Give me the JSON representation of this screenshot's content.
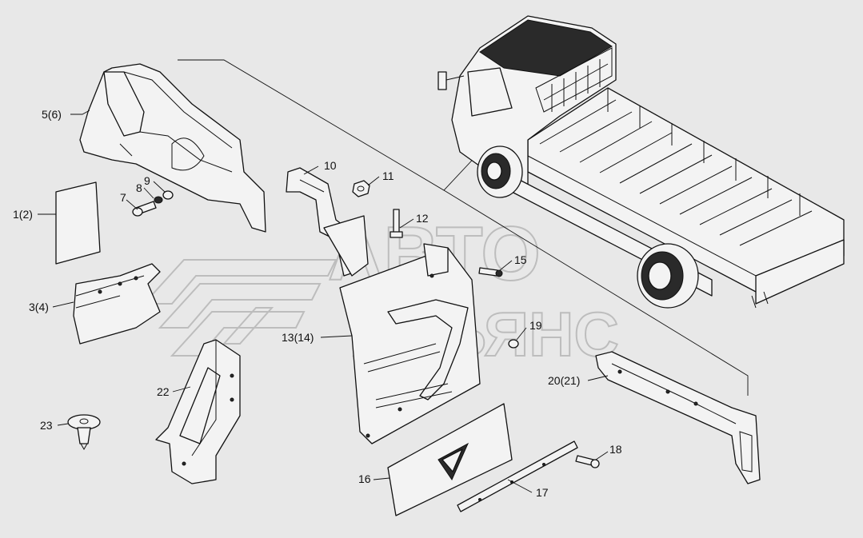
{
  "watermark": {
    "line1": "АВТО",
    "line2": "АЛЬЯНС"
  },
  "labels": {
    "p1": "1(2)",
    "p3": "3(4)",
    "p5": "5(6)",
    "p7": "7",
    "p8": "8",
    "p9": "9",
    "p10": "10",
    "p11": "11",
    "p12": "12",
    "p13": "13(14)",
    "p15": "15",
    "p16": "16",
    "p17": "17",
    "p18": "18",
    "p19": "19",
    "p20": "20(21)",
    "p22": "22",
    "p23": "23"
  }
}
